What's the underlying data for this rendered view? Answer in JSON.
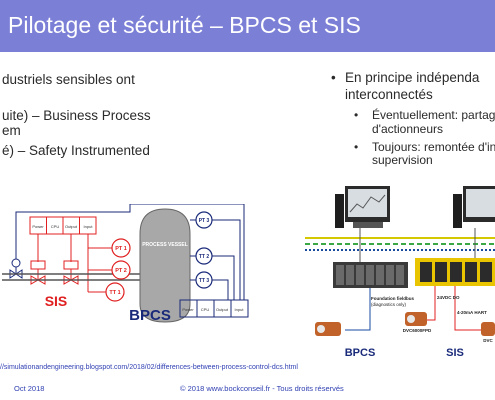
{
  "slide": {
    "title": "Pilotage et sécurité – BPCS et SIS",
    "left_bullets": [
      "dustriels sensibles ont",
      "uite) – Business Process",
      "em",
      "é) – Safety Instrumented"
    ],
    "right_bullet": {
      "line1": "En principe indépenda",
      "line2": "interconnectés",
      "subs": [
        {
          "line1": "Éventuellement: partag",
          "line2": "d'actionneurs"
        },
        {
          "line1": "Toujours: remontée d'in",
          "line2": "supervision"
        }
      ]
    },
    "left_diagram": {
      "box_labels": [
        "Power",
        "CPU",
        "Output",
        "Input"
      ],
      "sis_tags": [
        "PT 1",
        "PT 2",
        "TT 1"
      ],
      "vessel_label": "PROCESS VESSEL",
      "bpcs_tags": [
        "PT 3",
        "TT 2",
        "TT 3"
      ],
      "sis_label": "SIS",
      "bpcs_label": "BPCS"
    },
    "right_diagram": {
      "label_fieldbus": "Foundation fieldbus",
      "label_diag": "(diagnostics only)",
      "label_24v": "24VDC DO",
      "label_hart": "4-20mA HART",
      "label_dvc1": "DVC6000FPD",
      "label_dvc2": "DVC",
      "bpcs_label": "BPCS",
      "sis_label": "SIS"
    },
    "source_url": "//simulationandengineering.blogspot.com/2018/02/differences-between-process-control-dcs.html",
    "footer_date": "Oct 2018",
    "footer_copyright": "© 2018 www.bockconseil.fr - Tous droits réservés"
  },
  "colors": {
    "title_bar": "#7b7fd6",
    "sis_red": "#e02020",
    "bpcs_navy": "#1a2a7a",
    "link": "#2f3fb2"
  }
}
